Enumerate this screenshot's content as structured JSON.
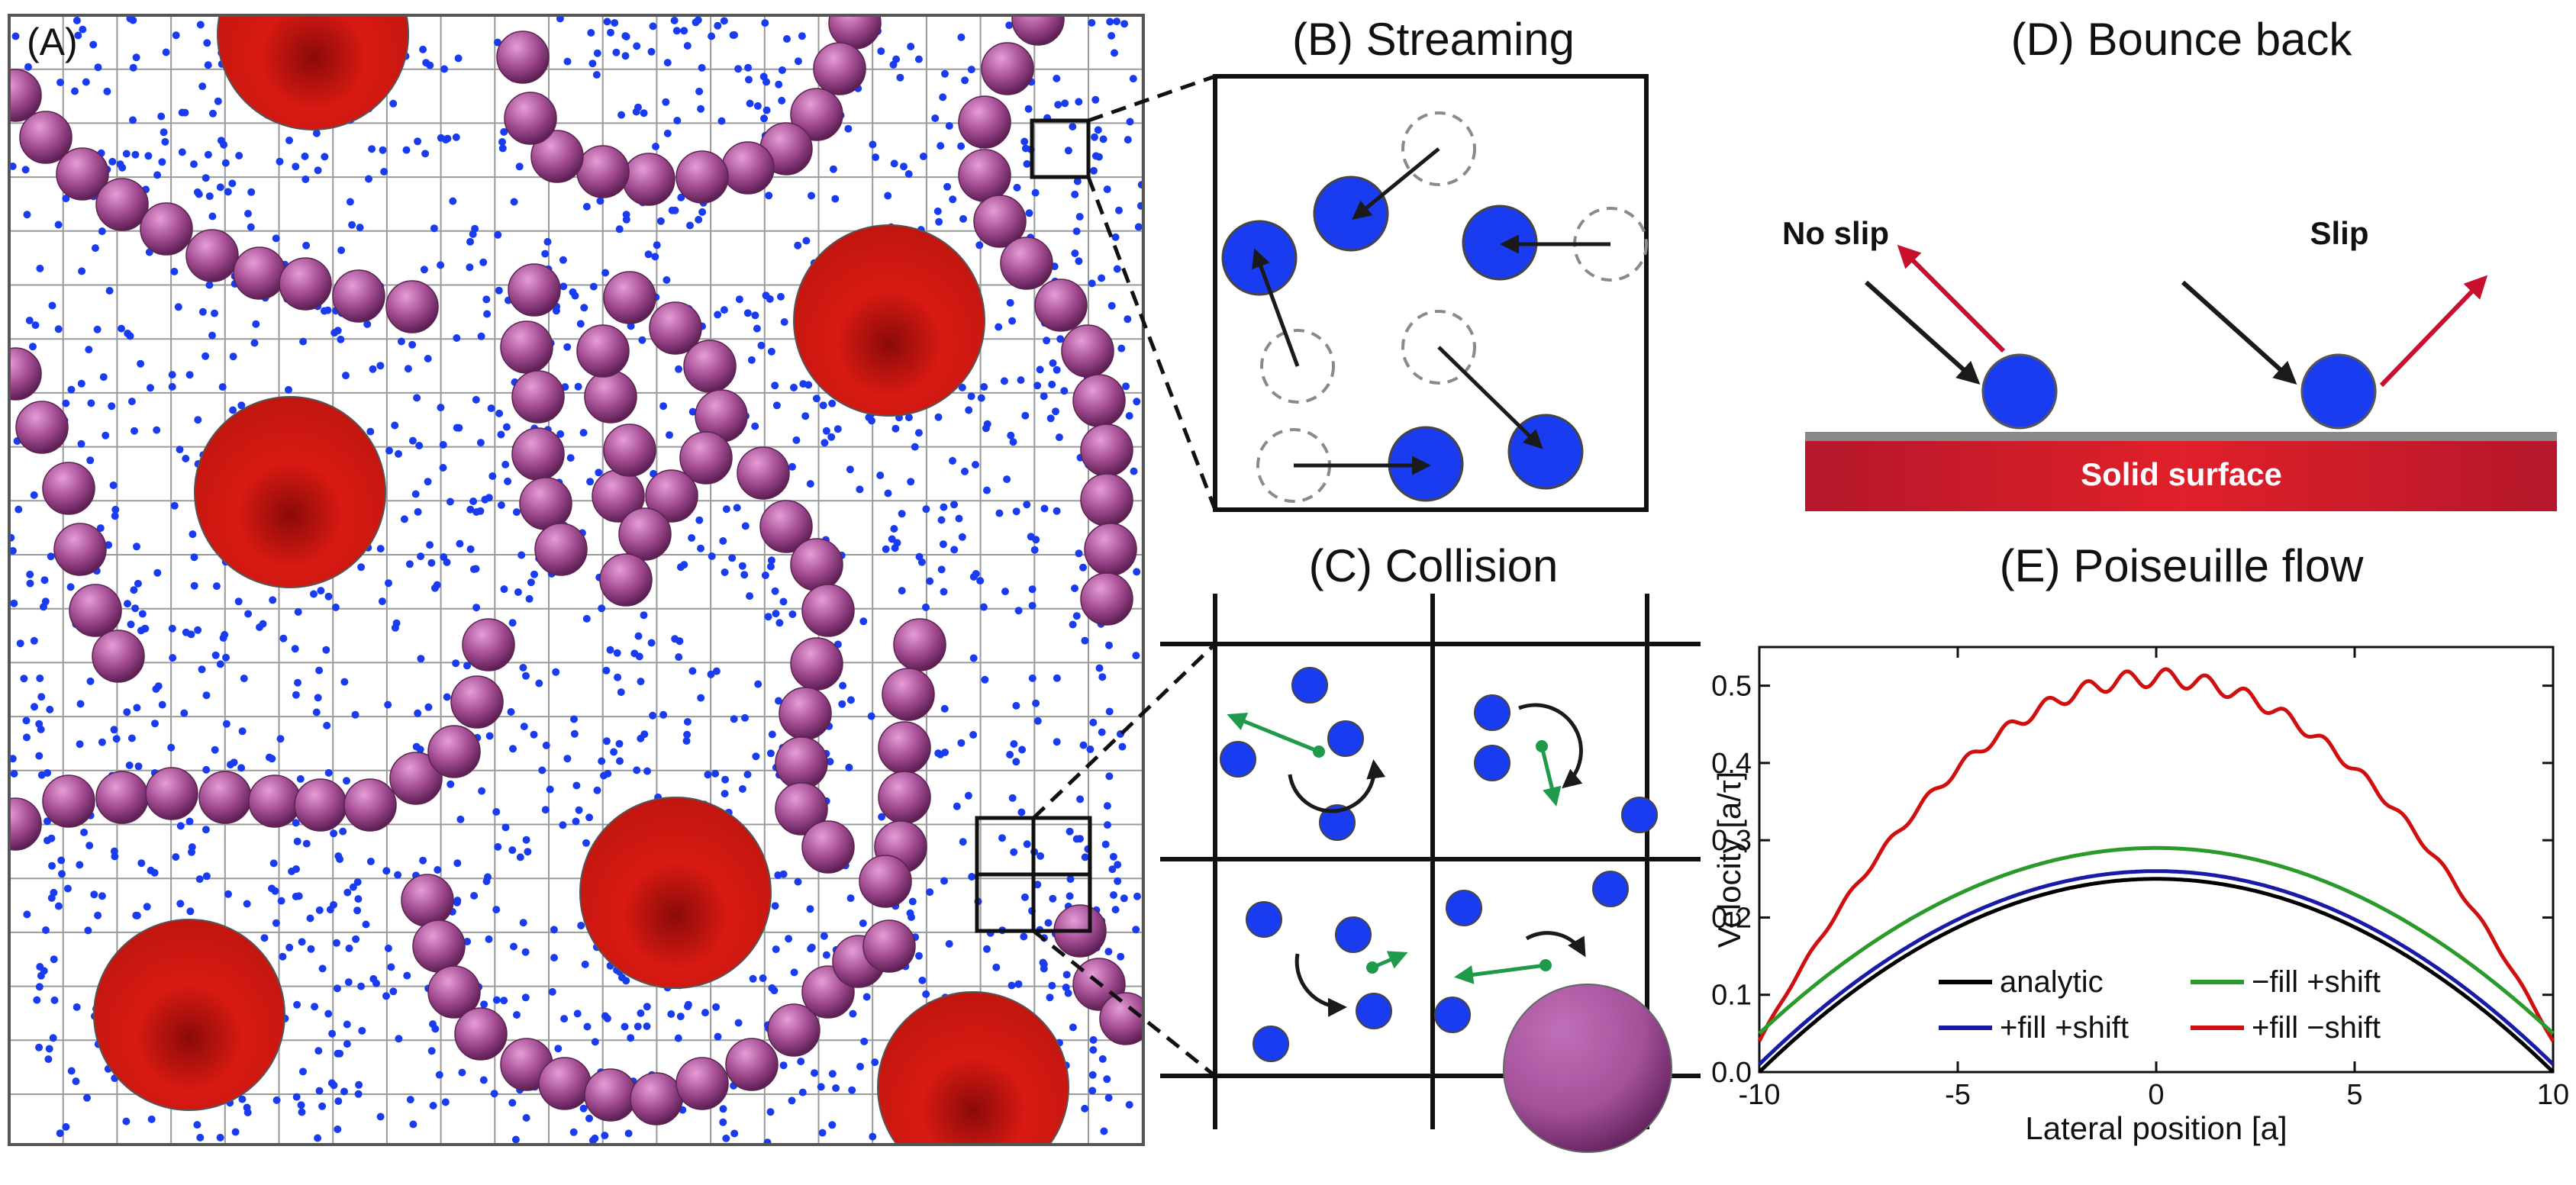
{
  "panels": {
    "a": {
      "label": "(A)"
    },
    "b": {
      "title": "(B) Streaming"
    },
    "c": {
      "title": "(C) Collision"
    },
    "d": {
      "title": "(D) Bounce back",
      "no_slip": "No slip",
      "slip": "Slip",
      "surface": "Solid surface"
    },
    "e": {
      "title": "(E) Poiseuille flow"
    }
  },
  "colors": {
    "solvent": "#1a3cf0",
    "polymer": "#a04b8f",
    "colloid": "#d01a10",
    "grid": "#9a9a9a",
    "arrow_dark": "#1a1a1a",
    "arrow_red": "#c8102e",
    "arrow_green": "#1f9a4a",
    "surface_top": "#888888",
    "surface": "#c8102e"
  },
  "chart_data": {
    "type": "line",
    "xlabel": "Lateral position [a]",
    "ylabel": "Velocity [a/τ]",
    "xlim": [
      -10,
      10
    ],
    "ylim": [
      0,
      0.55
    ],
    "xticks": [
      "-10",
      "-5",
      "0",
      "5",
      "10"
    ],
    "yticks": [
      "0.0",
      "0.1",
      "0.2",
      "0.3",
      "0.4",
      "0.5"
    ],
    "legend_position": "bottom-center",
    "series": [
      {
        "name": "analytic",
        "color": "#000000",
        "peak": 0.25,
        "wall": 0.0,
        "stepped": false
      },
      {
        "name": "+fill +shift",
        "color": "#1a1aa8",
        "peak": 0.26,
        "wall": 0.01,
        "stepped": false
      },
      {
        "name": "−fill +shift",
        "color": "#2a9a2a",
        "peak": 0.29,
        "wall": 0.05,
        "stepped": false
      },
      {
        "name": "+fill −shift",
        "color": "#d01010",
        "peak": 0.51,
        "wall": 0.04,
        "stepped": true
      }
    ]
  }
}
